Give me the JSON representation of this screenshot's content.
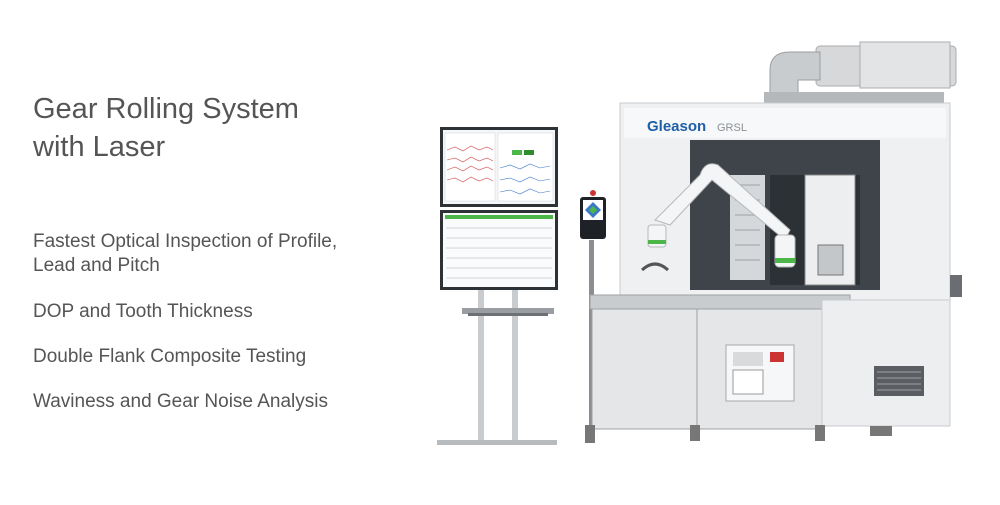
{
  "heading": {
    "line1": "Gear Rolling System",
    "line2": "with Laser"
  },
  "features": [
    {
      "line1": "Fastest Optical Inspection of Profile,",
      "line2": "Lead and Pitch"
    },
    {
      "line1": "DOP and Tooth Thickness"
    },
    {
      "line1": "Double Flank Composite Testing"
    },
    {
      "line1": "Waviness and Gear Noise Analysis"
    }
  ],
  "machine": {
    "brand": "Gleason",
    "model": "GRSL"
  },
  "colors": {
    "brand_blue": "#1f5fa8",
    "accent_green": "#4cb748",
    "text_gray": "#555555"
  }
}
